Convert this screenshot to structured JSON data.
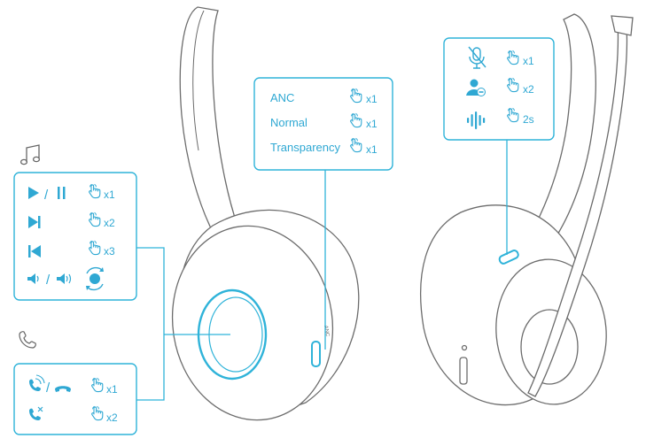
{
  "anc_panel": {
    "rows": [
      {
        "label": "ANC",
        "count": "x1"
      },
      {
        "label": "Normal",
        "count": "x1"
      },
      {
        "label": "Transparency",
        "count": "x1"
      }
    ]
  },
  "music_panel": {
    "rows": [
      {
        "action": "play-pause",
        "count": "x1"
      },
      {
        "action": "next-track",
        "count": "x2"
      },
      {
        "action": "previous-track",
        "count": "x3"
      },
      {
        "action": "volume",
        "count": ""
      }
    ]
  },
  "call_panel": {
    "rows": [
      {
        "action": "answer-end-call",
        "count": "x1"
      },
      {
        "action": "reject-call",
        "count": "x2"
      }
    ]
  },
  "mic_panel": {
    "rows": [
      {
        "action": "mute-microphone",
        "count": "x1"
      },
      {
        "action": "teams",
        "count": "x2"
      },
      {
        "action": "voice-assistant",
        "count": "2s"
      }
    ]
  },
  "headset_labels": {
    "anc_button": "ANC"
  },
  "colors": {
    "accent": "#2fb3d9",
    "line": "#6c6c6c"
  }
}
